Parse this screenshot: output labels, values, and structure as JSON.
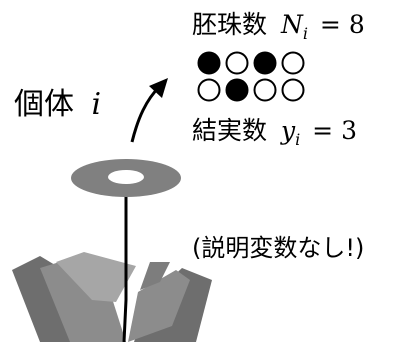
{
  "labels": {
    "ovule_count_label": "胚珠数",
    "ovule_var": "N",
    "ovule_sub": "i",
    "ovule_eq": "= 8",
    "seed_count_label": "結実数",
    "seed_var": "y",
    "seed_sub": "i",
    "seed_eq": "= 3",
    "individual_label": "個体",
    "individual_var": "i",
    "no_explanatory_note": "(説明変数なし!)"
  },
  "ovules": {
    "rows": [
      [
        true,
        false,
        true,
        false
      ],
      [
        false,
        true,
        false,
        false
      ]
    ],
    "fertilized_count": 3,
    "total_count": 8
  },
  "colors": {
    "flower_disk": "#808080",
    "flower_center": "#ffffff",
    "stem": "#000000",
    "leaf_light": "#a6a6a6",
    "leaf_mid": "#8c8c8c",
    "leaf_dark": "#6e6e6e",
    "leaf_darker": "#5a5a5a",
    "arrow": "#000000"
  }
}
